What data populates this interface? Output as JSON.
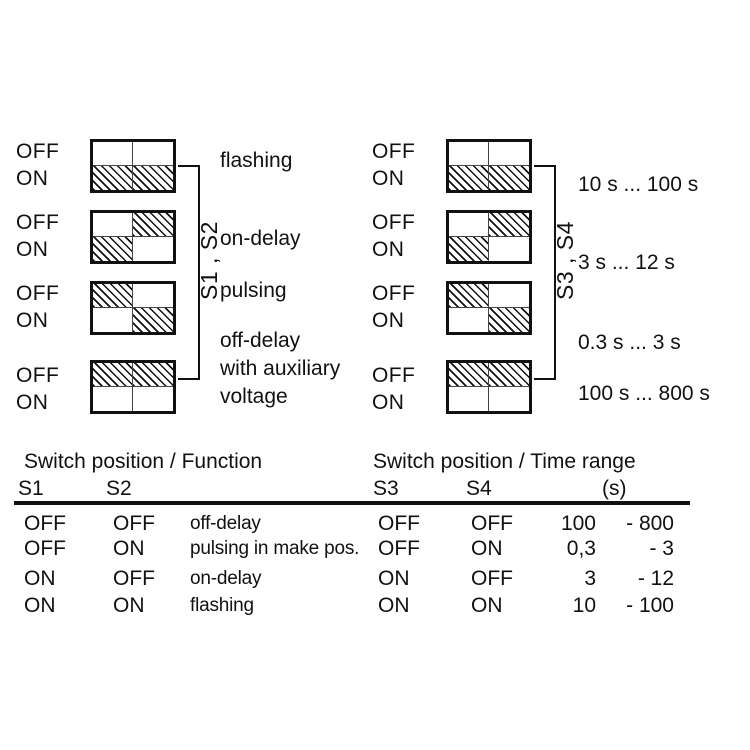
{
  "diagram": {
    "left_group": {
      "bracket_label": "S1 , S2",
      "rows": [
        {
          "off_label": "OFF",
          "on_label": "ON",
          "cells": {
            "top_left": false,
            "top_right": false,
            "bottom_left": true,
            "bottom_right": true
          },
          "function": "flashing"
        },
        {
          "off_label": "OFF",
          "on_label": "ON",
          "cells": {
            "top_left": false,
            "top_right": true,
            "bottom_left": true,
            "bottom_right": false
          },
          "function": "on-delay"
        },
        {
          "off_label": "OFF",
          "on_label": "ON",
          "cells": {
            "top_left": true,
            "top_right": false,
            "bottom_left": false,
            "bottom_right": true
          },
          "function": "pulsing"
        },
        {
          "off_label": "OFF",
          "on_label": "ON",
          "cells": {
            "top_left": true,
            "top_right": true,
            "bottom_left": false,
            "bottom_right": false
          },
          "function": "off-delay\nwith auxiliary\nvoltage"
        }
      ],
      "function_labels": [
        "flashing",
        "on-delay",
        "pulsing",
        "off-delay",
        "with auxiliary",
        "voltage"
      ]
    },
    "right_group": {
      "bracket_label": "S3 , S4",
      "rows": [
        {
          "off_label": "OFF",
          "on_label": "ON",
          "cells": {
            "top_left": false,
            "top_right": false,
            "bottom_left": true,
            "bottom_right": true
          }
        },
        {
          "off_label": "OFF",
          "on_label": "ON",
          "cells": {
            "top_left": false,
            "top_right": true,
            "bottom_left": true,
            "bottom_right": false
          }
        },
        {
          "off_label": "OFF",
          "on_label": "ON",
          "cells": {
            "top_left": true,
            "top_right": false,
            "bottom_left": false,
            "bottom_right": true
          }
        },
        {
          "off_label": "OFF",
          "on_label": "ON",
          "cells": {
            "top_left": true,
            "top_right": true,
            "bottom_left": false,
            "bottom_right": false
          }
        }
      ],
      "time_labels": [
        "10 s ... 100 s",
        "3 s ... 12 s",
        "0.3 s ... 3 s",
        "100 s ... 800 s"
      ]
    }
  },
  "table_left": {
    "title": "Switch position / Function",
    "columns": [
      "S1",
      "S2"
    ],
    "rows": [
      {
        "s1": "OFF",
        "s2": "OFF",
        "function": "off-delay"
      },
      {
        "s1": "OFF",
        "s2": "ON",
        "function": "pulsing in make pos."
      },
      {
        "s1": "ON",
        "s2": "OFF",
        "function": "on-delay"
      },
      {
        "s1": "ON",
        "s2": "ON",
        "function": "flashing"
      }
    ]
  },
  "table_right": {
    "title": "Switch position / Time range",
    "columns": [
      "S3",
      "S4",
      "(s)"
    ],
    "rows": [
      {
        "s3": "OFF",
        "s4": "OFF",
        "from": "100",
        "to": "- 800"
      },
      {
        "s3": "OFF",
        "s4": "ON",
        "from": "0,3",
        "to": "-    3"
      },
      {
        "s3": "ON",
        "s4": "OFF",
        "from": "3",
        "to": "-  12"
      },
      {
        "s3": "ON",
        "s4": "ON",
        "from": "10",
        "to": "- 100"
      }
    ]
  },
  "colors": {
    "ink": "#111111",
    "background": "#ffffff"
  }
}
